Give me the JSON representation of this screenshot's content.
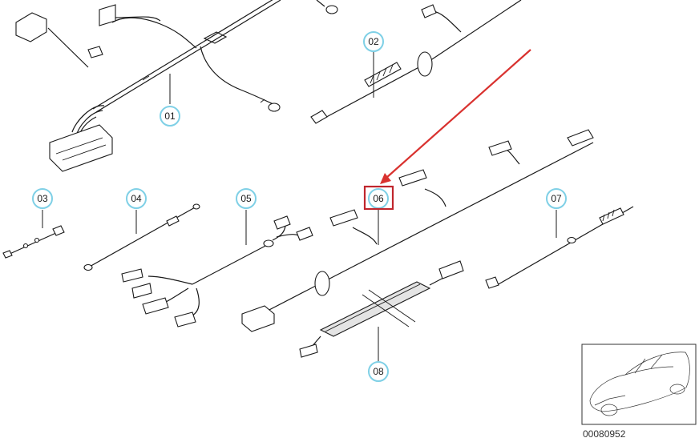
{
  "callouts": {
    "c01": "01",
    "c02": "02",
    "c03": "03",
    "c04": "04",
    "c05": "05",
    "c06": "06",
    "c07": "07",
    "c08": "08"
  },
  "highlighted_part": "06",
  "document_number": "00080952",
  "colors": {
    "callout_ring": "#7fd0e6",
    "highlight_box": "#c0262d",
    "pointer_arrow": "#d9322f"
  }
}
